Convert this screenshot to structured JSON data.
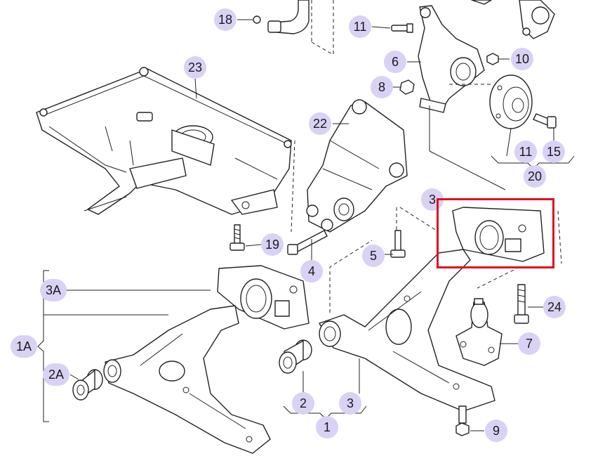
{
  "callouts": {
    "c18": "18",
    "c11a": "11",
    "c6": "6",
    "c10": "10",
    "c8": "8",
    "c23": "23",
    "c22": "22",
    "c11b": "11",
    "c15": "15",
    "c20": "20",
    "c3top": "3",
    "c19": "19",
    "c4": "4",
    "c5": "5",
    "c3A": "3A",
    "c24": "24",
    "c7": "7",
    "c1A": "1A",
    "c2A": "2A",
    "c2": "2",
    "c3": "3",
    "c1": "1",
    "c9": "9"
  },
  "colors": {
    "callout_fill": "#d9d2f5",
    "highlight": "#e01020"
  }
}
